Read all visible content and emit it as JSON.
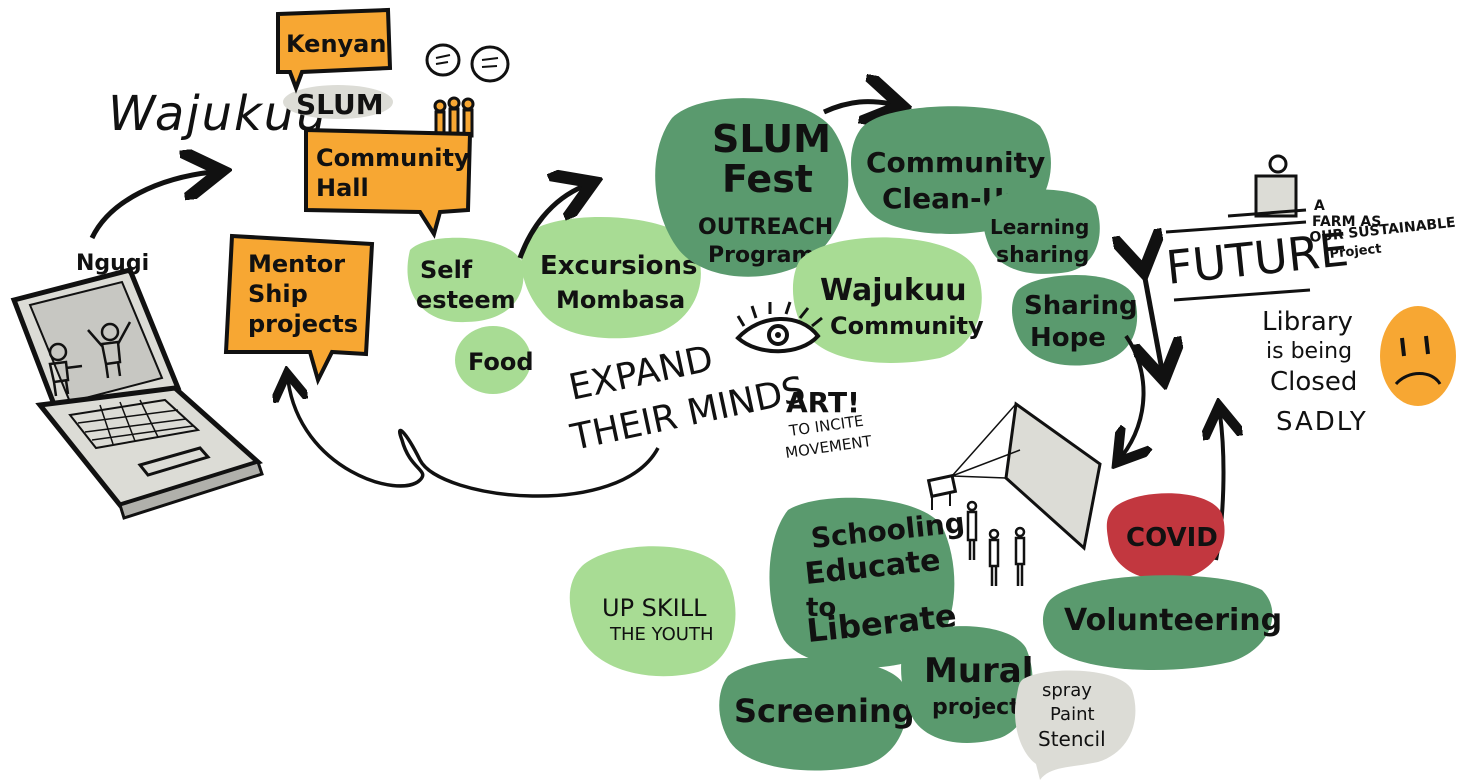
{
  "title": {
    "line1": "Wajukuu",
    "line2": "SLUM"
  },
  "person": "Ngugi",
  "labels": {
    "kenyan": "Kenyan",
    "community_hall_1": "Community",
    "community_hall_2": "Hall",
    "mentorship_1": "Mentor",
    "mentorship_2": "Ship",
    "mentorship_3": "projects",
    "self_esteem_1": "Self",
    "self_esteem_2": "esteem",
    "food": "Food",
    "excursions_1": "Excursions",
    "excursions_2": "Mombasa",
    "slum_fest_1": "SLUM",
    "slum_fest_2": "Fest",
    "outreach_1": "OUTREACH",
    "outreach_2": "Program",
    "cleanups_1": "Community",
    "cleanups_2": "Clean-Ups",
    "learning_1": "Learning",
    "learning_2": "sharing",
    "wajukuu_comm_1": "Wajukuu",
    "wajukuu_comm_2": "Community",
    "sharing_hope_1": "Sharing",
    "sharing_hope_2": "Hope",
    "expand_1": "EXPAND",
    "expand_2": "THEIR MINDS",
    "art_1": "ART!",
    "art_2": "TO INCITE",
    "art_3": "MOVEMENT",
    "future": "FUTURE",
    "farm_1": "A",
    "farm_2": "FARM AS",
    "farm_3": "OUR SUSTAINABLE",
    "farm_4": "Project",
    "library_1": "Library",
    "library_2": "is being",
    "library_3": "Closed",
    "library_4": "SADLY",
    "upskill_1": "UP SKILL",
    "upskill_2": "THE YOUTH",
    "schooling_1": "Schooling",
    "schooling_2": "Educate",
    "schooling_3": "to",
    "schooling_4": "Liberate",
    "covid": "COVID",
    "volunteering": "Volunteering",
    "screening": "Screening",
    "mural_1": "Mural",
    "mural_2": "projects",
    "spray_1": "spray",
    "spray_2": "Paint",
    "spray_3": "Stencil"
  },
  "colors": {
    "orange": "#f7a733",
    "dark_green": "#5a9a6e",
    "light_green": "#a8dc94",
    "grey": "#dcdcd6",
    "red": "#c2373f",
    "ink": "#111111"
  },
  "icons": [
    "laptop-icon",
    "speech-bubbles-icon",
    "people-icon",
    "eye-icon",
    "projector-icon",
    "screen-icon",
    "sad-face-icon",
    "podium-person-icon"
  ]
}
